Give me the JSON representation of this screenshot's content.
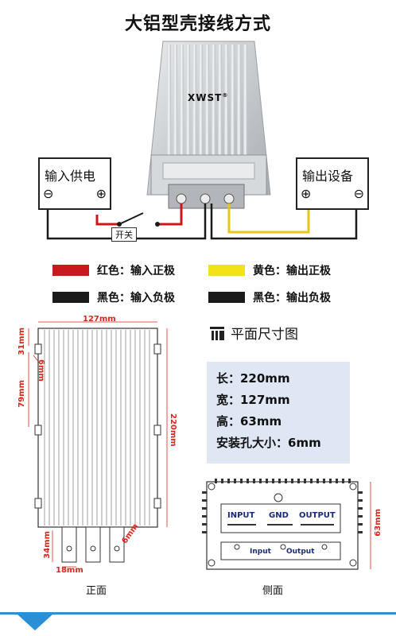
{
  "title": "大铝型壳接线方式",
  "brand": "XWST",
  "brand_mark": "®",
  "input_device": {
    "label": "输入供电",
    "minus": "⊖",
    "plus": "⊕"
  },
  "output_device": {
    "label": "输出设备",
    "plus": "⊕",
    "minus": "⊖"
  },
  "switch_label": "开关",
  "legend": [
    {
      "color": "#c8191e",
      "text": "红色：输入正极"
    },
    {
      "color": "#f2e21a",
      "text": "黄色：输出正极"
    },
    {
      "color": "#1a1a1a",
      "text": "黑色：输入负极"
    },
    {
      "color": "#1a1a1a",
      "text": "黑色：输出负极"
    }
  ],
  "front_view": {
    "width_dim": "127mm",
    "dim_31": "31mm",
    "dim_6": "6mm",
    "dim_79": "79mm",
    "dim_220": "220mm",
    "dim_34": "34mm",
    "dim_18": "18mm",
    "dim_6_diag": "6mm",
    "caption": "正面"
  },
  "plan_title": "平面尺寸图",
  "specs": {
    "length": "长：220mm",
    "width": "宽：127mm",
    "height": "高：63mm",
    "hole": "安装孔大小：6mm"
  },
  "side_view": {
    "input": "INPUT",
    "gnd": "GND",
    "output": "OUTPUT",
    "bottom_input": "Input",
    "bottom_output": "Output",
    "height_dim": "63mm",
    "caption": "侧面"
  },
  "colors": {
    "red_wire": "#c8191e",
    "yellow_wire": "#e6c619",
    "black_wire": "#1a1a1a",
    "dim_red": "#e2211c",
    "spec_bg": "#dfe6f4",
    "accent_blue": "#2b8fd6"
  }
}
